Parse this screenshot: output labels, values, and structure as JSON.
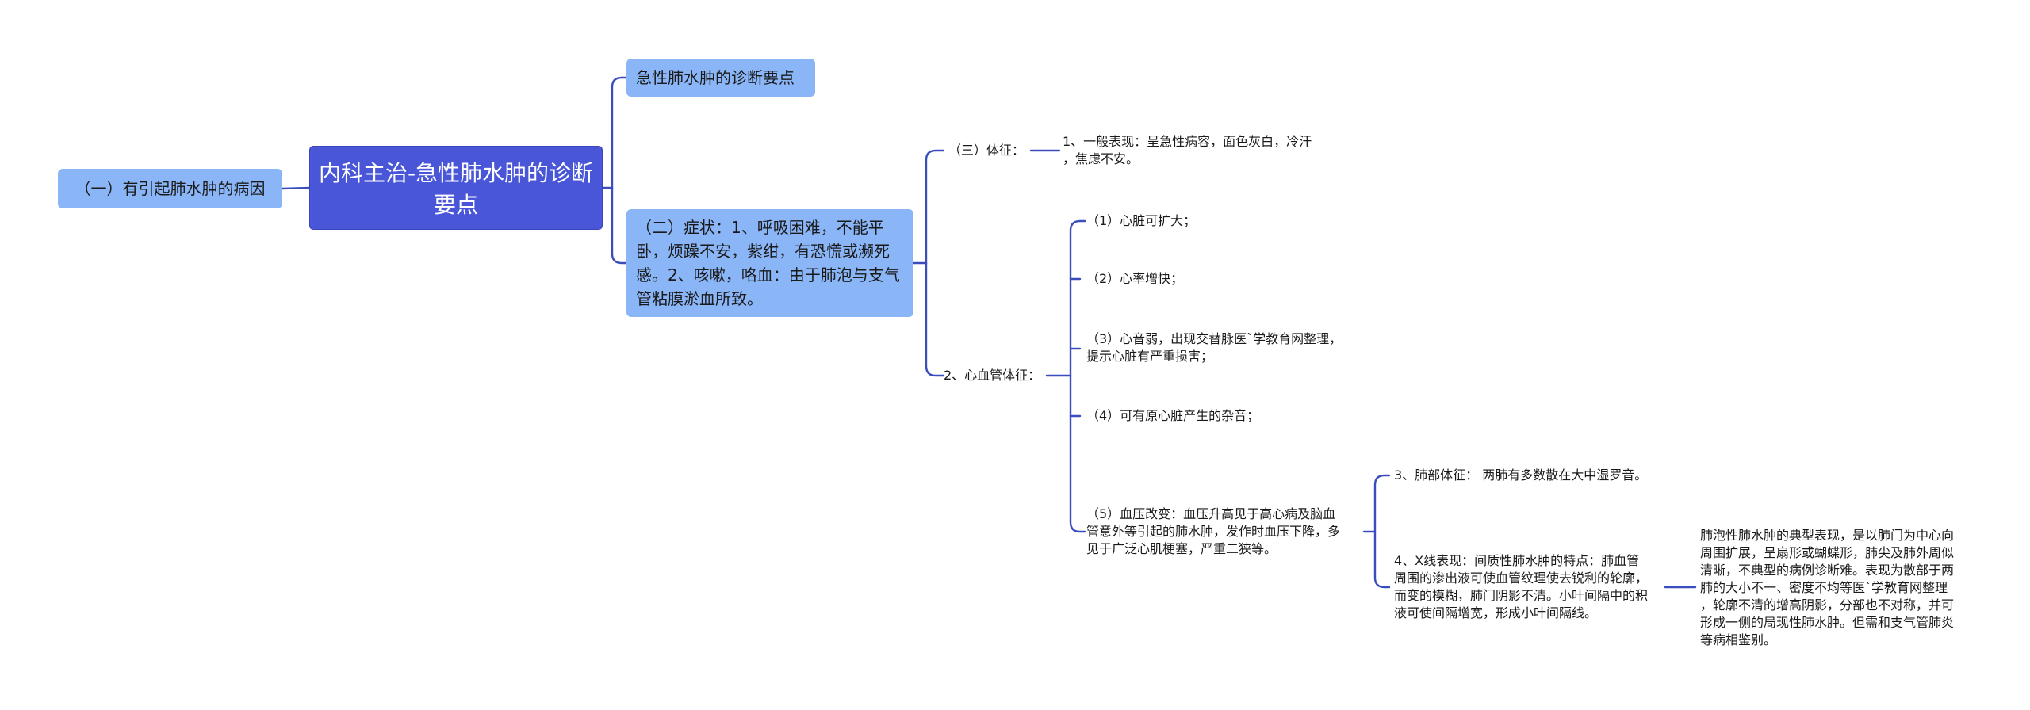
{
  "root": {
    "title": "内科主治-急性肺水肿的诊断要点"
  },
  "left_branch": {
    "label": "（一）有引起肺水肿的病因"
  },
  "top_branch": {
    "label": "急性肺水肿的诊断要点"
  },
  "symptom_branch": {
    "label": "（二）症状：1、呼吸困难，不能平卧，烦躁不安，紫绀，有恐慌或濒死感。2、咳嗽，咯血：由于肺泡与支气管粘膜淤血所致。"
  },
  "signs": {
    "label": "（三）体征：",
    "general": {
      "line1": "1、一般表现：呈急性病容，面色灰白，冷汗",
      "line2": "，焦虑不安。"
    }
  },
  "cardio": {
    "label": "2、心血管体征：",
    "items": [
      {
        "text": "（1）心脏可扩大；"
      },
      {
        "text": "（2）心率增快；"
      },
      {
        "line1": "（3）心音弱，出现交替脉医`学教育网整理，",
        "line2": "提示心脏有严重损害；"
      },
      {
        "text": "（4）可有原心脏产生的杂音；"
      },
      {
        "line1": "（5）血压改变：血压升高见于高心病及脑血",
        "line2": "管意外等引起的肺水肿，发作时血压下降，多",
        "line3": "见于广泛心肌梗塞，严重二狭等。"
      }
    ]
  },
  "lung": {
    "text": "3、肺部体征：  两肺有多数散在大中湿罗音。"
  },
  "xray": {
    "line1": "4、X线表现：间质性肺水肿的特点：肺血管",
    "line2": "周围的渗出液可使血管纹理使去锐利的轮廓，",
    "line3": "而变的模糊，肺门阴影不清。小叶间隔中的积",
    "line4": "液可使间隔增宽，形成小叶间隔线。"
  },
  "alveolar": {
    "line1": "肺泡性肺水肿的典型表现，是以肺门为中心向",
    "line2": "周围扩展，呈扇形或蝴蝶形，肺尖及肺外周似",
    "line3": "清晰，不典型的病例诊断难。表现为散部于两",
    "line4": "肺的大小不一、密度不均等医`学教育网整理",
    "line5": "，轮廓不清的增高阴影，分部也不对称，并可",
    "line6": "形成一侧的局现性肺水肿。但需和支气管肺炎",
    "line7": "等病相鉴别。"
  },
  "colors": {
    "root_fill": "#4a56d8",
    "branch_fill": "#8ab6f8",
    "connector": "#3a4dbd"
  }
}
